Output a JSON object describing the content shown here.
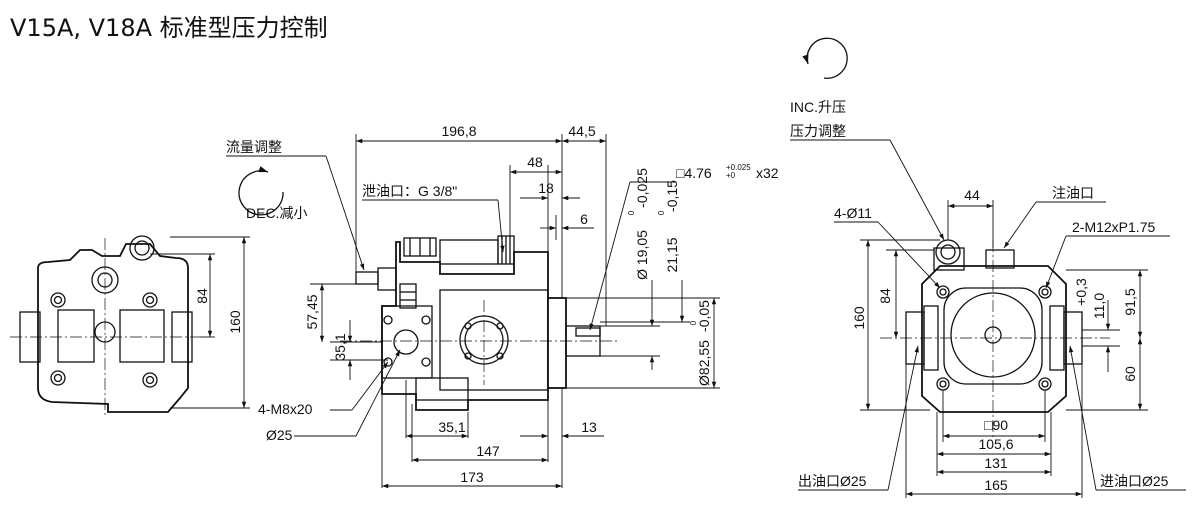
{
  "title": "V15A, V18A 标准型压力控制",
  "front_view": {
    "dims": {
      "h84": "84",
      "h160": "160"
    }
  },
  "side_view": {
    "labels": {
      "flow_adjust": "流量调整",
      "dec": "DEC.减小",
      "drain_port": "泄油口：G 3/8\"",
      "mount_bolts": "4-M8x20",
      "port_dia": "Ø25",
      "key": "□4.76",
      "key_tol_upper": "+0.025",
      "key_tol_lower": "+0",
      "key_len": "x32"
    },
    "dims": {
      "d196": "196,8",
      "d44": "44,5",
      "d48": "48",
      "d18": "18",
      "d6": "6",
      "d57": "57,45",
      "d35v": "35,1",
      "d35h": "35,1",
      "d147": "147",
      "d13": "13",
      "d173": "173",
      "shaft": "Ø 19,05",
      "shaft_tol_upper": "0",
      "shaft_tol_lower": "-0,025",
      "key_h": "21,15",
      "key_h_tol_upper": "0",
      "key_h_tol_lower": "-0,15",
      "pilot": "Ø82,55",
      "pilot_tol_upper": "0",
      "pilot_tol_lower": "-0,05"
    }
  },
  "right_view": {
    "labels": {
      "inc": "INC.升压",
      "pressure_adjust": "压力调整",
      "fill_port": "注油口",
      "mount_holes": "4-Ø11",
      "thread": "2-M12xP1.75",
      "outlet": "出油口Ø25",
      "inlet": "进油口Ø25"
    },
    "dims": {
      "d44": "44",
      "d160": "160",
      "d84": "84",
      "d11": "11,0",
      "d11_tol": "+0,3",
      "d91": "91,5",
      "d60": "60",
      "sq90": "□90",
      "d105": "105,6",
      "d131": "131",
      "d165": "165"
    }
  }
}
